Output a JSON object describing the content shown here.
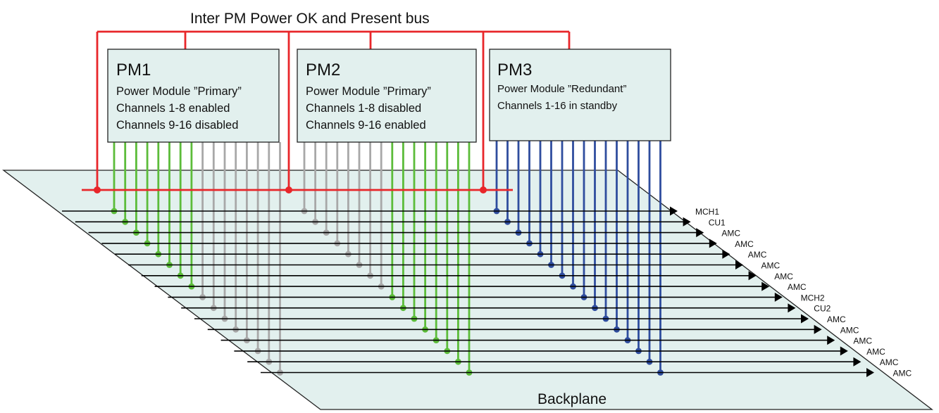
{
  "title": "Inter PM Power OK and Present bus",
  "modules": [
    {
      "name": "PM1",
      "lines": [
        "Power Module ”Primary”",
        "Channels 1-8 enabled",
        "Channels 9-16 disabled"
      ]
    },
    {
      "name": "PM2",
      "lines": [
        "Power Module ”Primary”",
        "Channels 1-8 disabled",
        "Channels 9-16 enabled"
      ]
    },
    {
      "name": "PM3",
      "lines": [
        "Power Module ”Redundant”",
        "Channels 1-16 in standby"
      ]
    }
  ],
  "channel_states": {
    "PM1": [
      "enabled",
      "enabled",
      "enabled",
      "enabled",
      "enabled",
      "enabled",
      "enabled",
      "enabled",
      "disabled",
      "disabled",
      "disabled",
      "disabled",
      "disabled",
      "disabled",
      "disabled",
      "disabled"
    ],
    "PM2": [
      "disabled",
      "disabled",
      "disabled",
      "disabled",
      "disabled",
      "disabled",
      "disabled",
      "disabled",
      "enabled",
      "enabled",
      "enabled",
      "enabled",
      "enabled",
      "enabled",
      "enabled",
      "enabled"
    ],
    "PM3": [
      "standby",
      "standby",
      "standby",
      "standby",
      "standby",
      "standby",
      "standby",
      "standby",
      "standby",
      "standby",
      "standby",
      "standby",
      "standby",
      "standby",
      "standby",
      "standby"
    ]
  },
  "slots": [
    "MCH1",
    "CU1",
    "AMC",
    "AMC",
    "AMC",
    "AMC",
    "AMC",
    "AMC",
    "MCH2",
    "CU2",
    "AMC",
    "AMC",
    "AMC",
    "AMC",
    "AMC",
    "AMC"
  ],
  "backplane_label": "Backplane",
  "colors": {
    "bus": "#e8262a",
    "enabled": "#5cbc3a",
    "disabled": "#a8a8a8",
    "standby": "#2f4d9e",
    "backplane_fill": "#e2f0ee",
    "module_fill": "#e2f0ee",
    "arrow": "#000000"
  }
}
